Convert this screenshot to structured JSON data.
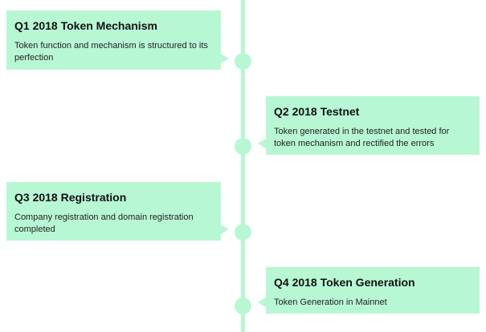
{
  "colors": {
    "accent": "#b8f7d4",
    "text": "#111111"
  },
  "milestones": [
    {
      "title": "Q1 2018 Token Mechanism",
      "description": "Token function and mechanism is structured to its perfection"
    },
    {
      "title": "Q2 2018 Testnet",
      "description": "Token generated in the testnet and tested for token mechanism and rectified the errors"
    },
    {
      "title": "Q3 2018 Registration",
      "description": "Company registration and domain registration completed"
    },
    {
      "title": "Q4 2018 Token Generation",
      "description": "Token Generation in Mainnet"
    }
  ]
}
